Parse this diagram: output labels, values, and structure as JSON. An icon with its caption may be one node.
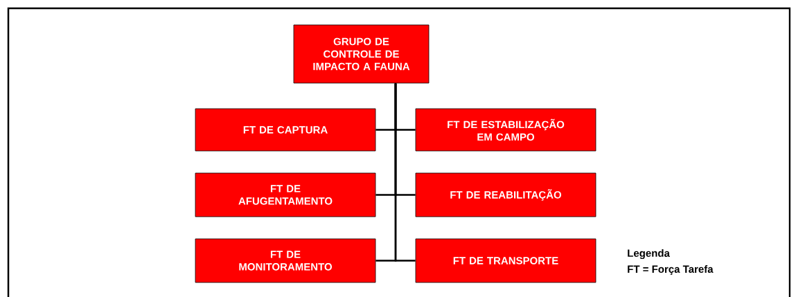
{
  "diagram": {
    "nodes": [
      {
        "text": [
          "GRUPO DE CONTROLE DE IMPACTO A FAUNA"
        ]
      },
      {
        "text": [
          "FT DE CAPTURA"
        ]
      },
      {
        "text": [
          "FT DE ESTABILIZAÇÃO EM CAMPO"
        ]
      },
      {
        "text": [
          "FT DE AFUGENTAMENTO"
        ]
      },
      {
        "text": [
          "FT DE REABILITAÇÃO"
        ]
      },
      {
        "text": [
          "FT DE MONITORAMENTO"
        ]
      },
      {
        "text": [
          "FT DE TRANSPORTE"
        ]
      }
    ],
    "edges": [
      {
        "from": 0,
        "to": 1,
        "arrow": "none"
      },
      {
        "from": 0,
        "to": 2,
        "arrow": "none"
      },
      {
        "from": 0,
        "to": 3,
        "arrow": "none"
      },
      {
        "from": 0,
        "to": 4,
        "arrow": "none"
      },
      {
        "from": 0,
        "to": 5,
        "arrow": "none"
      },
      {
        "from": 0,
        "to": 6,
        "arrow": "none"
      }
    ],
    "labels": [
      "Legenda",
      "FT = Força Tarefa"
    ]
  }
}
